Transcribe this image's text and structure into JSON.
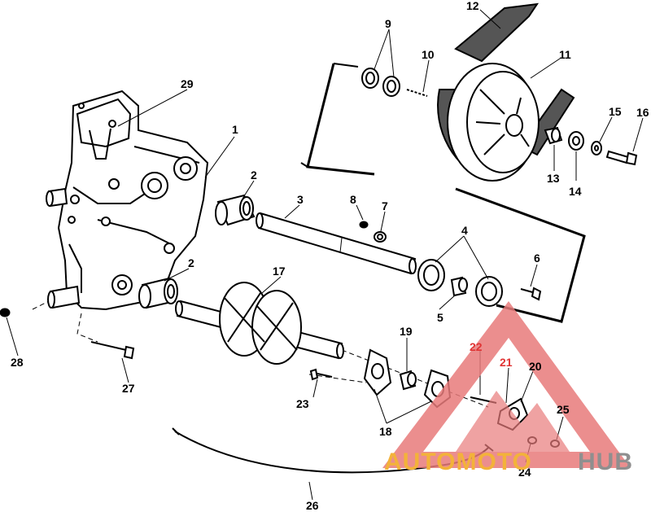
{
  "diagram": {
    "callouts": [
      {
        "id": "n1",
        "text": "1"
      },
      {
        "id": "n2a",
        "text": "2"
      },
      {
        "id": "n2b",
        "text": "2"
      },
      {
        "id": "n3",
        "text": "3"
      },
      {
        "id": "n4",
        "text": "4"
      },
      {
        "id": "n5",
        "text": "5"
      },
      {
        "id": "n6",
        "text": "6"
      },
      {
        "id": "n7",
        "text": "7"
      },
      {
        "id": "n8",
        "text": "8"
      },
      {
        "id": "n9",
        "text": "9"
      },
      {
        "id": "n10",
        "text": "10"
      },
      {
        "id": "n11",
        "text": "11"
      },
      {
        "id": "n12",
        "text": "12"
      },
      {
        "id": "n13",
        "text": "13"
      },
      {
        "id": "n14",
        "text": "14"
      },
      {
        "id": "n15",
        "text": "15"
      },
      {
        "id": "n16",
        "text": "16"
      },
      {
        "id": "n17",
        "text": "17"
      },
      {
        "id": "n18",
        "text": "18"
      },
      {
        "id": "n19",
        "text": "19"
      },
      {
        "id": "n20",
        "text": "20"
      },
      {
        "id": "n21",
        "text": "21"
      },
      {
        "id": "n22",
        "text": "22"
      },
      {
        "id": "n23",
        "text": "23"
      },
      {
        "id": "n24",
        "text": "24"
      },
      {
        "id": "n25",
        "text": "25"
      },
      {
        "id": "n26",
        "text": "26"
      },
      {
        "id": "n27",
        "text": "27"
      },
      {
        "id": "n28",
        "text": "28"
      },
      {
        "id": "n29",
        "text": "29"
      }
    ]
  },
  "watermark": {
    "text_left": "AUTOMOTO",
    "text_right": "HUB",
    "colors": {
      "triangle": "#e87a7a",
      "left": "#f3b23a",
      "right": "#8f8f8f"
    }
  }
}
